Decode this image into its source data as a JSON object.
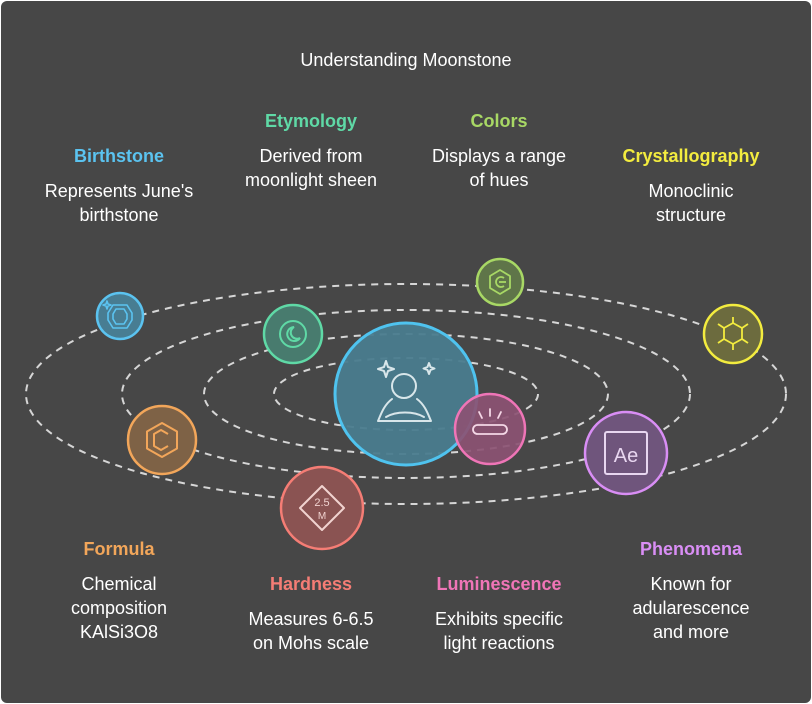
{
  "title": "Understanding Moonstone",
  "colors": {
    "background": "#474747",
    "orbit": "#d6d6d6",
    "birthstone": "#5bc3f0",
    "etymology": "#5fd9a6",
    "colors": "#a8d865",
    "crystallography": "#f3ec3f",
    "formula": "#f2a65a",
    "hardness": "#f57d75",
    "luminescence": "#ef75b7",
    "phenomena": "#d98ef5",
    "center": "#4fc3ef"
  },
  "center": {
    "icon": "meditating-person-with-stars-icon"
  },
  "topics": [
    {
      "key": "birthstone",
      "heading": "Birthstone",
      "desc_lines": [
        "Represents June's",
        "birthstone"
      ],
      "icon": "gem-icon"
    },
    {
      "key": "etymology",
      "heading": "Etymology",
      "desc_lines": [
        "Derived from",
        "moonlight sheen"
      ],
      "icon": "crescent-moon-icon"
    },
    {
      "key": "colors",
      "heading": "Colors",
      "desc_lines": [
        "Displays a range",
        "of hues"
      ],
      "icon": "color-palette-icon"
    },
    {
      "key": "crystallography",
      "heading": "Crystallography",
      "desc_lines": [
        "Monoclinic",
        "structure"
      ],
      "icon": "crystal-lattice-icon"
    },
    {
      "key": "formula",
      "heading": "Formula",
      "desc_lines": [
        "Chemical",
        "composition",
        "KAlSi3O8"
      ],
      "icon": "chemical-formula-icon"
    },
    {
      "key": "hardness",
      "heading": "Hardness",
      "desc_lines": [
        "Measures 6-6.5",
        "on Mohs scale"
      ],
      "icon": "hardness-badge-icon",
      "badge_value": "2.5",
      "badge_unit": "M"
    },
    {
      "key": "luminescence",
      "heading": "Luminescence",
      "desc_lines": [
        "Exhibits specific",
        "light reactions"
      ],
      "icon": "glowing-tube-icon"
    },
    {
      "key": "phenomena",
      "heading": "Phenomena",
      "desc_lines": [
        "Known for",
        "adularescence",
        "and more"
      ],
      "icon": "ae-app-icon",
      "icon_text": "Ae"
    }
  ]
}
